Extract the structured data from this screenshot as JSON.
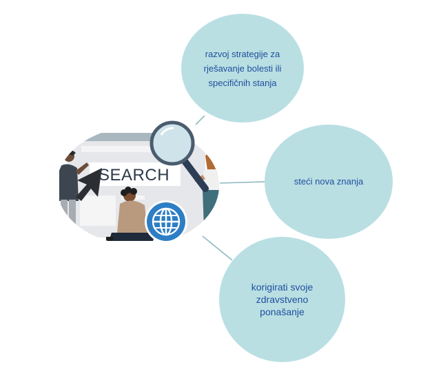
{
  "illustration": {
    "search_label": "SEARCH",
    "icons": [
      "cursor-icon",
      "magnifier-icon",
      "globe-icon"
    ]
  },
  "bubbles": [
    {
      "text": "razvoj strategije za\nrješavanje bolesti ili\nspecifičnih stanja"
    },
    {
      "text": "steći nova znanja"
    },
    {
      "text": "korigirati svoje\nzdravstveno\nponašanje"
    }
  ],
  "colors": {
    "bubble_fill": "#b9dfe3",
    "bubble_text": "#1f4e9c",
    "connector": "#8fb8bf",
    "globe": "#2d7ec4"
  }
}
